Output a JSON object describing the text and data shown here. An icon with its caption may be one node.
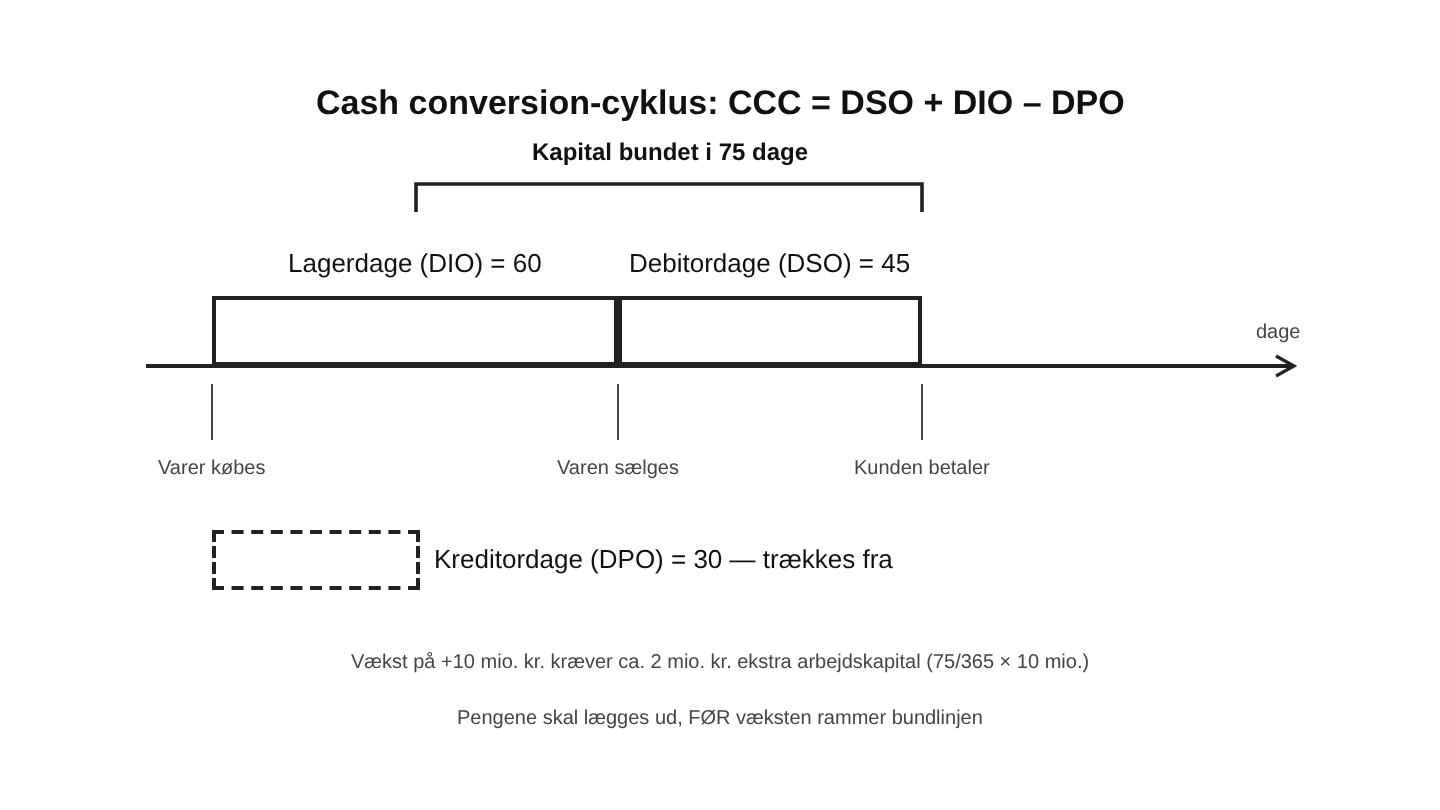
{
  "diagram": {
    "title": "Cash conversion-cyklus: CCC = DSO + DIO – DPO",
    "nodes": [
      {
        "text": [
          "Lagerdage (DIO) = 60"
        ]
      },
      {
        "text": [
          "Debitordage (DSO) = 45"
        ]
      },
      {
        "text": [],
        "shape": "box",
        "beside": [
          "Kreditordage (DPO) = 30 — trækkes fra"
        ]
      }
    ],
    "labels": [
      "Kapital bundet i 75 dage",
      "dage",
      "Varer købes",
      "Varen sælges",
      "Kunden betaler",
      "Vækst på +10 mio. kr. kræver ca. 2 mio. kr. ekstra arbejdskapital (75/365 × 10 mio.)",
      "Pengene skal lægges ud, FØR væksten rammer bundlinjen"
    ]
  }
}
